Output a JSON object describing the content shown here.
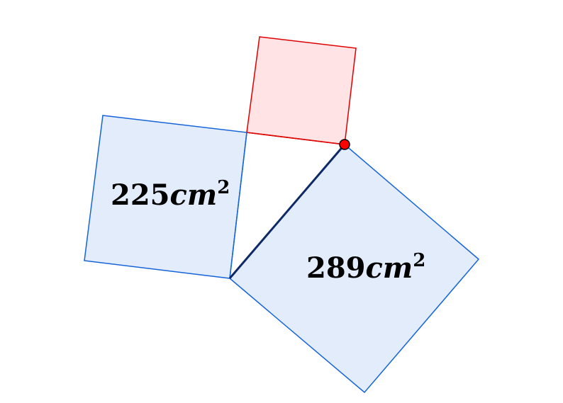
{
  "diagram": {
    "squares": [
      {
        "label_value": "225",
        "unit": "cm",
        "exponent": "2"
      },
      {
        "label_value": "289",
        "unit": "cm",
        "exponent": "2"
      }
    ],
    "colors": {
      "blue_stroke": "#1565d8",
      "blue_fill": "#e3ecfb",
      "red_stroke": "#e00000",
      "red_fill": "#ffe3e5",
      "segment": "#0d2a66",
      "point_fill": "#ff0000",
      "point_stroke": "#000000",
      "text": "#000000"
    }
  }
}
